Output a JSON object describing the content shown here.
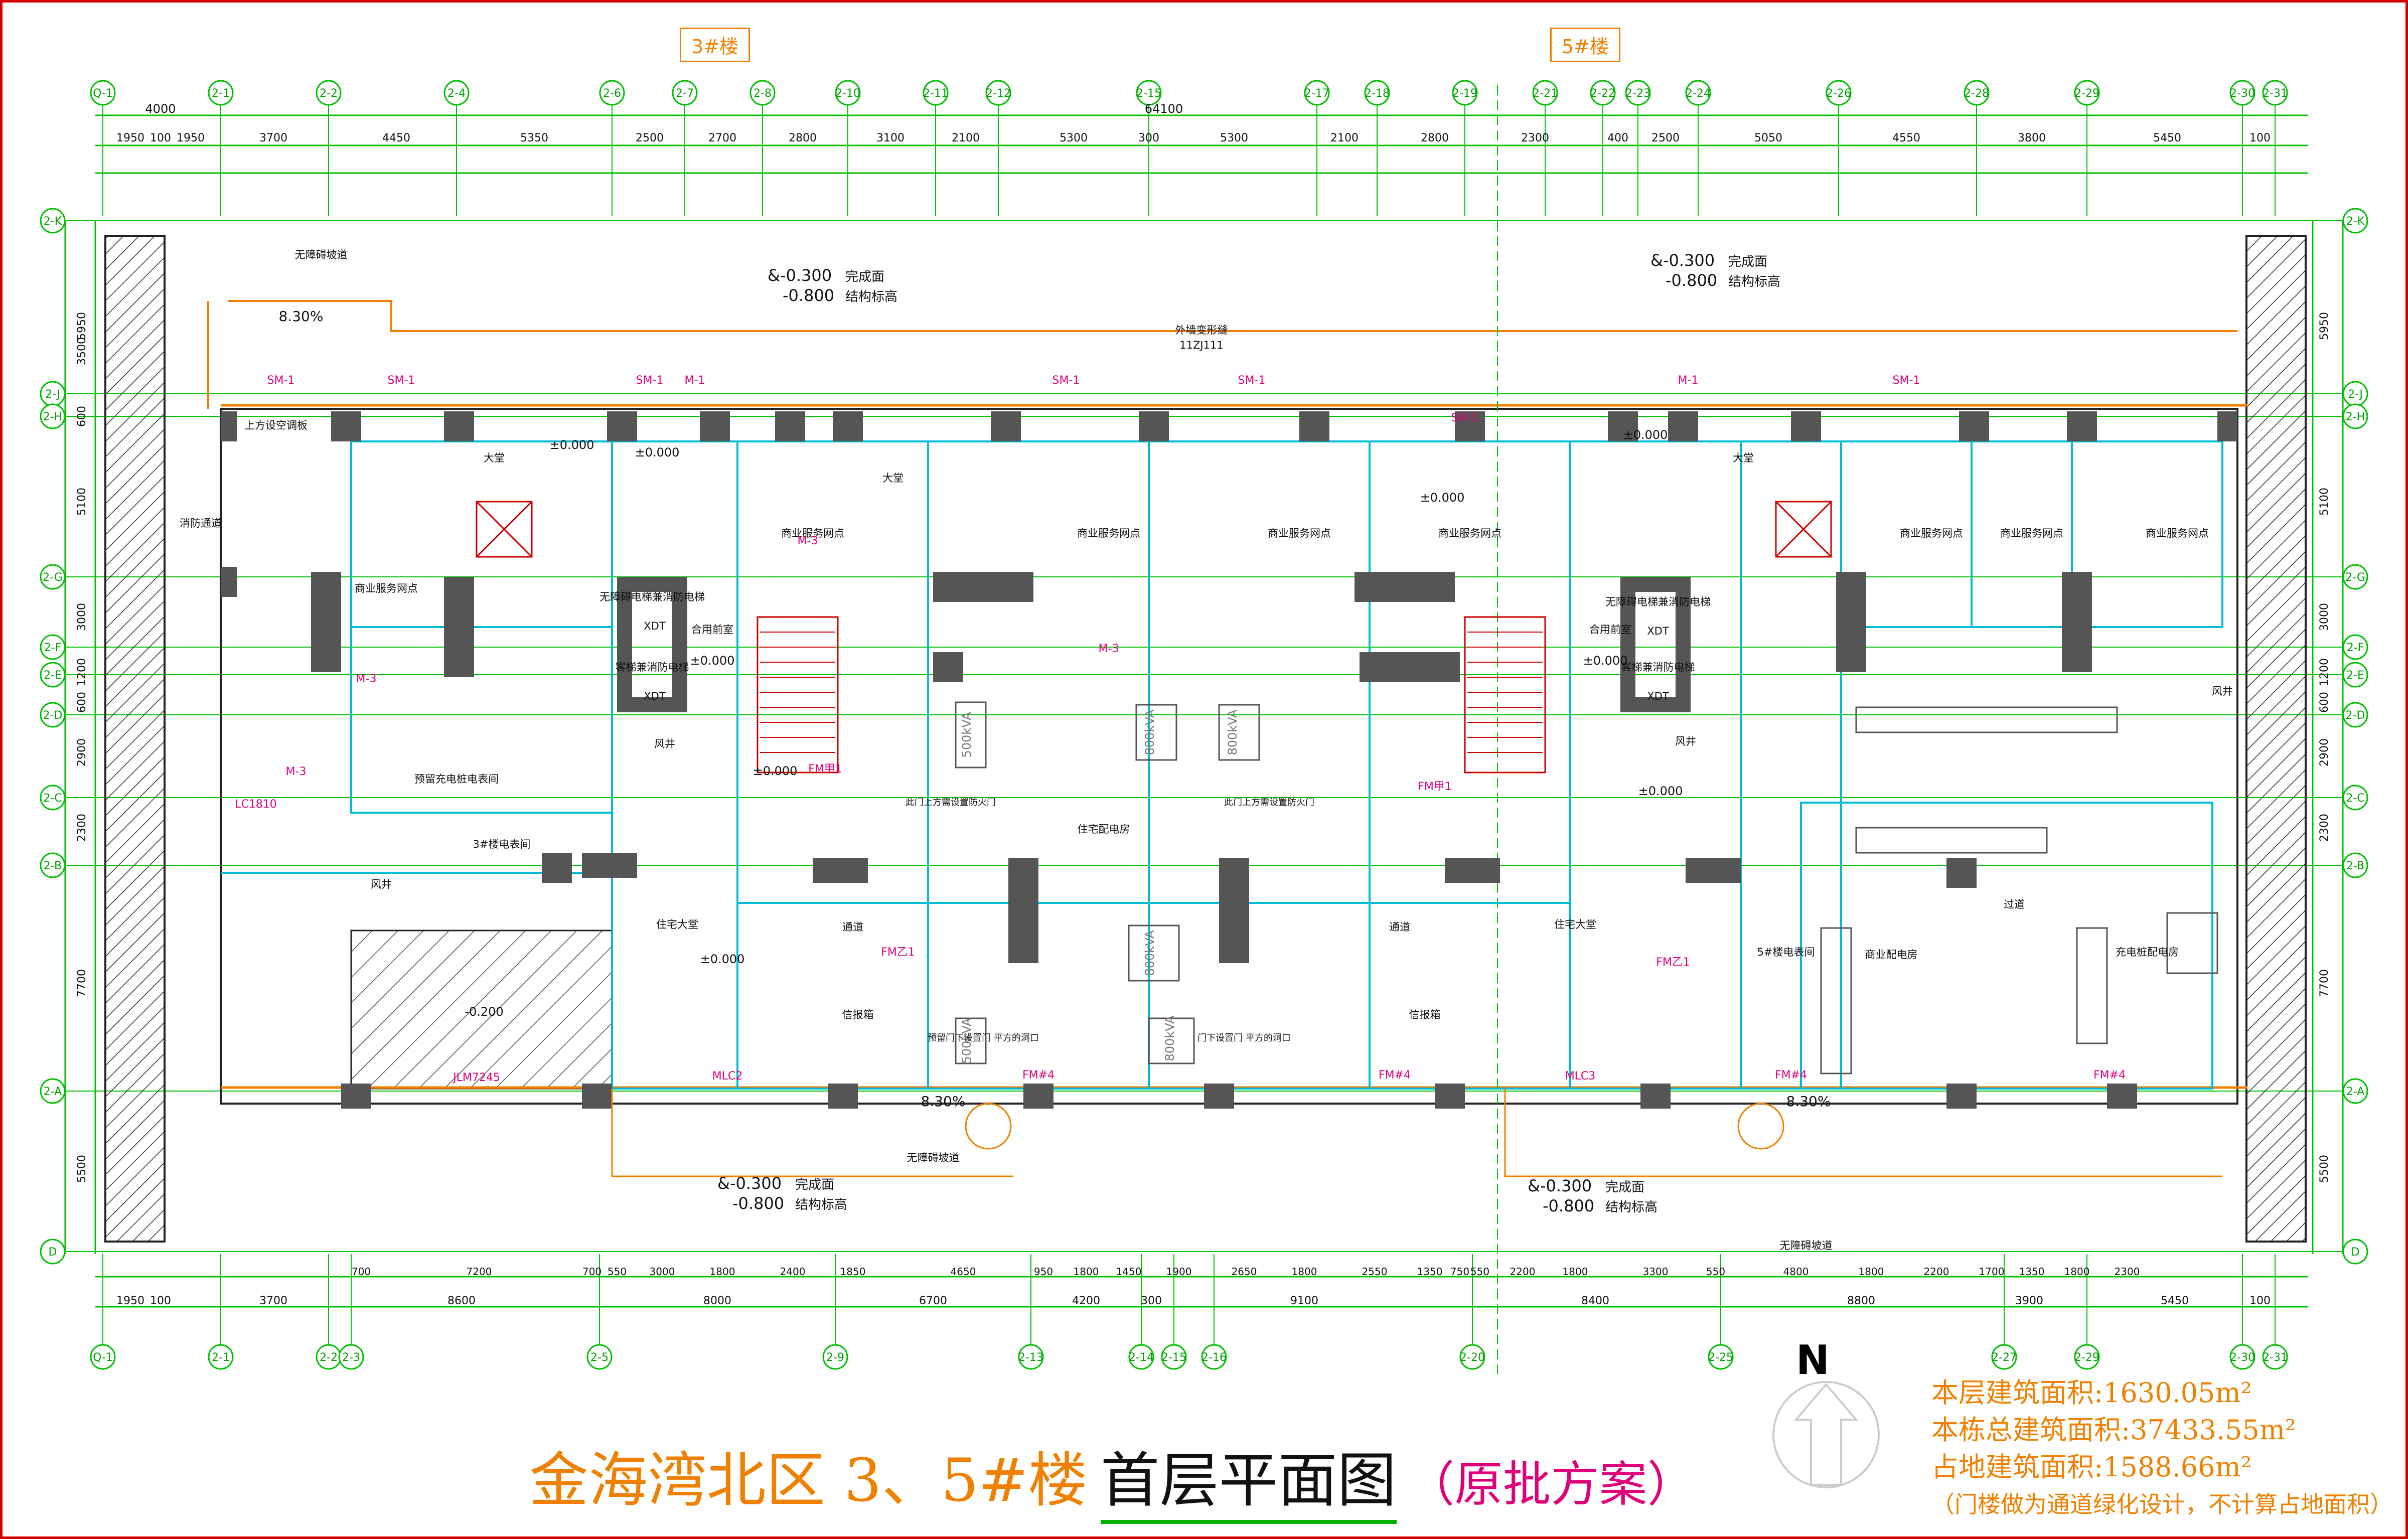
{
  "building_tags": [
    "3#楼",
    "5#楼"
  ],
  "axes_top": [
    "Q-1",
    "2-1",
    "2-2",
    "2-4",
    "2-6",
    "2-7",
    "2-8",
    "2-10",
    "2-11",
    "2-12",
    "2-15",
    "2-17",
    "2-18",
    "2-19",
    "2-21",
    "2-22",
    "2-23",
    "2-24",
    "2-26",
    "2-28",
    "2-29",
    "2-30",
    "2-31"
  ],
  "axes_bottom": [
    "Q-1",
    "2-1",
    "2-2",
    "2-3",
    "2-5",
    "2-9",
    "2-13",
    "2-14",
    "2-15",
    "2-16",
    "2-20",
    "2-25",
    "2-27",
    "2-29",
    "2-30",
    "2-31"
  ],
  "axes_left": [
    "2-K",
    "2-J",
    "2-H",
    "2-G",
    "2-F",
    "2-E",
    "2-D",
    "2-C",
    "2-B",
    "2-A",
    "D"
  ],
  "dims_top_row1": [
    "4000",
    "64100"
  ],
  "dims_top_row2": [
    "1950",
    "100",
    "1950",
    "3700",
    "4450",
    "5350",
    "2500",
    "2700",
    "2800",
    "3100",
    "2100",
    "5300",
    "300",
    "5300",
    "2100",
    "2800",
    "2300",
    "400",
    "2500",
    "5050",
    "4550",
    "3800",
    "5450",
    "100"
  ],
  "dims_bottom_row1": [
    "1950",
    "100",
    "3700",
    "8600",
    "8000",
    "6700",
    "4200",
    "300",
    "9100",
    "8400",
    "8800",
    "3900",
    "5450",
    "100"
  ],
  "dims_bottom_row2": [
    "700",
    "7200",
    "700",
    "550",
    "3000",
    "1800",
    "2400",
    "1850",
    "4650",
    "950",
    "1800",
    "1450",
    "1900",
    "2650",
    "1800",
    "2550",
    "1350",
    "750",
    "550",
    "2200",
    "1800",
    "3300",
    "550",
    "4800",
    "1800",
    "2200",
    "1700",
    "1350",
    "1800",
    "2300"
  ],
  "dims_left": [
    "5950",
    "3500",
    "600",
    "5100",
    "3000",
    "1200",
    "600",
    "2900",
    "2300",
    "7700",
    "5500"
  ],
  "dims_right": [
    "5950",
    "5100",
    "3000",
    "1200",
    "600",
    "2900",
    "2300",
    "7700",
    "5500"
  ],
  "elev_notes": [
    {
      "a": "&-0.300",
      "b": "完成面",
      "c": "-0.800",
      "d": "结构标高"
    },
    {
      "a": "&-0.300",
      "b": "完成面",
      "c": "-0.800",
      "d": "结构标高"
    },
    {
      "a": "&-0.300",
      "b": "完成面",
      "c": "-0.800",
      "d": "结构标高"
    },
    {
      "a": "&-0.300",
      "b": "完成面",
      "c": "-0.800",
      "d": "结构标高"
    }
  ],
  "room_labels": [
    "商业服务网点",
    "商业服务网点",
    "商业服务网点",
    "商业服务网点",
    "商业服务网点",
    "商业服务网点",
    "商业服务网点",
    "商业服务网点",
    "大堂",
    "大堂",
    "大堂",
    "住宅大堂",
    "住宅大堂",
    "住宅配电房",
    "合用前室",
    "合用前室",
    "信报箱",
    "信报箱",
    "通道",
    "通道",
    "消防通道",
    "3#楼电表间",
    "5#楼电表间",
    "商业配电房",
    "充电桩配电房",
    "无障碍坡道",
    "无障碍坡道",
    "无障碍坡道",
    "无障碍电梯兼消防电梯",
    "无障碍电梯兼消防电梯",
    "客梯兼消防电梯",
    "客梯兼消防电梯",
    "XDT",
    "XDT",
    "XDT",
    "XDT",
    "预留充电桩电表间",
    "风井",
    "风井",
    "风井",
    "风井",
    "上方设空调板",
    "外墙变形缝",
    "11ZJ111",
    "过道"
  ],
  "level_marks": [
    "±0.000",
    "±0.000",
    "±0.000",
    "±0.000",
    "±0.000",
    "±0.000",
    "±0.000",
    "±0.000",
    "±0.000",
    "-0.200"
  ],
  "door_codes": [
    "SM-1",
    "SM-1",
    "SM-1",
    "SM-1",
    "SM-1",
    "SM-1",
    "SM-1",
    "M-1",
    "M-1",
    "M-3",
    "M-3",
    "M-3",
    "M-3",
    "FM甲1",
    "FM甲1",
    "FM乙1",
    "FM乙1",
    "FM#4",
    "FM#4",
    "FM#4",
    "FM#4",
    "MLC2",
    "MLC3",
    "LC1810",
    "JLM7245"
  ],
  "slope_marks": [
    "8.30%",
    "8.30%",
    "8.30%"
  ],
  "equipment_labels": [
    "800kVA",
    "800kVA",
    "800kVA",
    "800kVA",
    "500kVA",
    "500kVA"
  ],
  "notes": [
    "此门上方需设置防火门",
    "此门上方需设置防火门",
    "预留门下设置门 平方的洞口",
    "门下设置门 平方的洞口"
  ],
  "north_label": "N",
  "title": {
    "part1": "金海湾北区 3、5#楼",
    "part2": "首层平面图",
    "part3": "（原批方案）"
  },
  "stats": [
    "本层建筑面积:1630.05m²",
    "本栋总建筑面积:37433.55m²",
    "占地建筑面积:1588.66m²",
    "（门楼做为通道绿化设计，不计算占地面积）"
  ],
  "colors": {
    "frame": "#d40000",
    "grid": "#00c000",
    "wall": "#555555",
    "cyan": "#00bcd4",
    "pink": "#e0007a",
    "orange": "#f08000",
    "hatch": "#333333"
  }
}
